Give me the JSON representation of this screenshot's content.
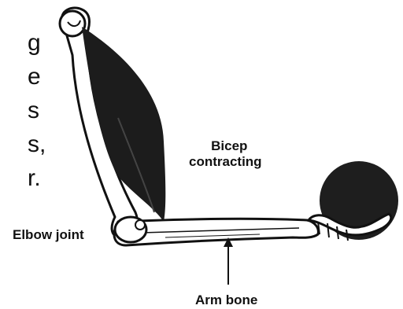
{
  "diagram": {
    "labels": {
      "bicep_line1": "Bicep",
      "bicep_line2": "contracting",
      "elbow": "Elbow joint",
      "arm_bone": "Arm bone"
    },
    "clipped_text_fragments": [
      "g",
      "e",
      "s",
      "s,",
      "r."
    ]
  }
}
